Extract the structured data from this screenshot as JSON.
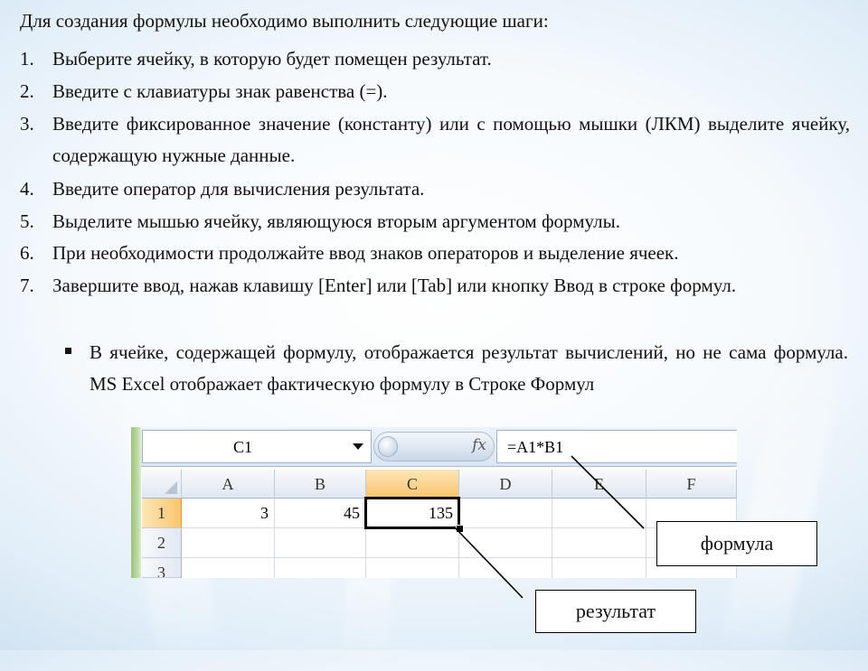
{
  "intro": "Для создания формулы необходимо выполнить следующие шаги:",
  "steps": [
    {
      "num": "1.",
      "text": "Выберите ячейку, в которую будет помещен результат."
    },
    {
      "num": "2.",
      "text": "Введите с клавиатуры знак равенства (=)."
    },
    {
      "num": "3.",
      "text": "Введите фиксированное значение (константу) или с помощью мышки (ЛКМ) выделите ячейку, содержащую нужные данные."
    },
    {
      "num": "4.",
      "text": "Введите оператор для вычисления результата."
    },
    {
      "num": "5.",
      "text": "Выделите мышью ячейку, являющуюся вторым аргументом формулы."
    },
    {
      "num": "6.",
      "text": "При необходимости продолжайте ввод знаков операторов и выделение ячеек."
    },
    {
      "num": "7.",
      "text": "Завершите ввод, нажав клавишу [Enter] или [Tab] или кнопку Ввод в строке формул."
    }
  ],
  "note": "В ячейке, содержащей формулу, отображается результат вычислений, но не сама формула. MS Excel отображает фактическую формулу в Строке Формул",
  "excel": {
    "name_box": "C1",
    "fx_icon": "fx",
    "formula": "=A1*B1",
    "columns": [
      "A",
      "B",
      "C",
      "D",
      "E",
      "F"
    ],
    "rows": [
      "1",
      "2",
      "3"
    ],
    "cells": {
      "A1": "3",
      "B1": "45",
      "C1": "135"
    },
    "selected_column": "C",
    "selected_row": "1",
    "active_cell": "C1"
  },
  "callouts": {
    "formula_label": "формула",
    "result_label": "результат"
  },
  "icons": {
    "name_box_dropdown": "chevron-down-icon",
    "fx": "function-icon",
    "corner": "select-all-icon",
    "bullet": "square-bullet-icon"
  },
  "colors": {
    "selected_header": "#f9c56c",
    "active_cell_border": "#000000",
    "background_tint": "#c9def0"
  }
}
